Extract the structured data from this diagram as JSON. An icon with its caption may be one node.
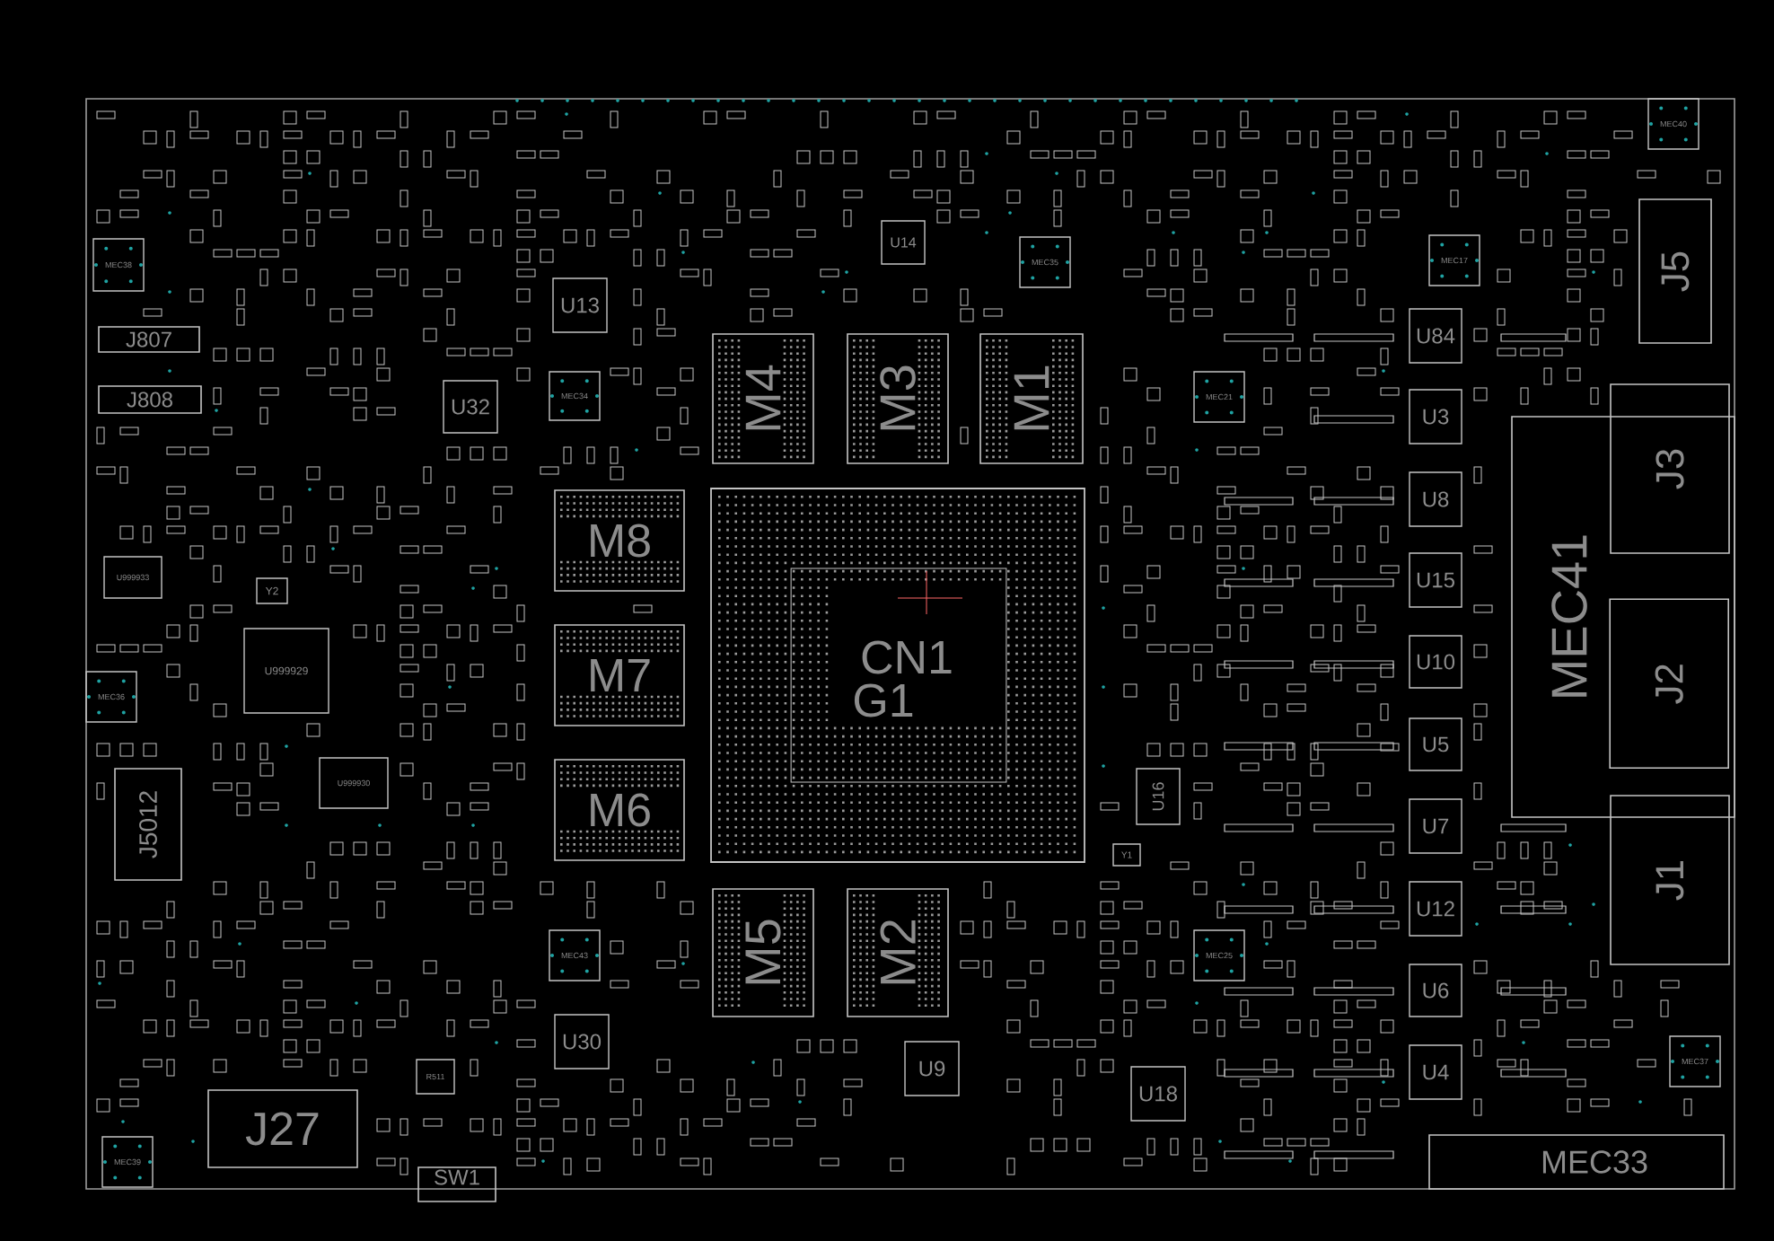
{
  "diagram": {
    "nodes": [
      {
        "text": [
          "MEC40"
        ]
      },
      {
        "text": [
          "U14"
        ]
      },
      {
        "text": [
          "MEC35"
        ]
      },
      {
        "text": [
          "MEC38"
        ]
      },
      {
        "text": [
          "MEC17"
        ]
      },
      {
        "text": [
          "J5"
        ]
      },
      {
        "text": [
          "U13"
        ]
      },
      {
        "text": [
          "J807"
        ]
      },
      {
        "text": [
          "U84"
        ]
      },
      {
        "text": [
          "M4"
        ]
      },
      {
        "text": [
          "M3"
        ]
      },
      {
        "text": [
          "M1"
        ]
      },
      {
        "text": [
          "MEC34"
        ]
      },
      {
        "text": [
          "U32"
        ]
      },
      {
        "text": [
          "MEC21"
        ]
      },
      {
        "text": [
          "J808"
        ]
      },
      {
        "text": [
          "U3"
        ]
      },
      {
        "text": [
          "MEC41"
        ]
      },
      {
        "text": [
          "J3"
        ]
      },
      {
        "text": [
          "U8"
        ]
      },
      {
        "text": [
          "M8"
        ]
      },
      {
        "text": [
          "U999933"
        ]
      },
      {
        "text": [
          "U15"
        ]
      },
      {
        "text": [
          "Y2"
        ]
      },
      {
        "text": [
          "CN1",
          "G1"
        ]
      },
      {
        "text": [
          "M7"
        ]
      },
      {
        "text": [
          "U999929"
        ]
      },
      {
        "text": [
          "U10"
        ]
      },
      {
        "text": [
          "J2"
        ],
        "in": 17
      },
      {
        "text": [
          "MEC36"
        ]
      },
      {
        "text": [
          "U5"
        ]
      },
      {
        "text": [
          "U999930"
        ]
      },
      {
        "text": [
          "M6"
        ]
      },
      {
        "text": [
          "J5012"
        ]
      },
      {
        "text": [
          "U16"
        ]
      },
      {
        "text": [
          "U7"
        ]
      },
      {
        "text": [
          "J1"
        ]
      },
      {
        "text": [
          "Y1"
        ]
      },
      {
        "text": [
          "U12"
        ]
      },
      {
        "text": [
          "M5"
        ]
      },
      {
        "text": [
          "M2"
        ]
      },
      {
        "text": [
          "MEC43"
        ]
      },
      {
        "text": [
          "MEC25"
        ]
      },
      {
        "text": [
          "U6"
        ]
      },
      {
        "text": [
          "U30"
        ]
      },
      {
        "text": [
          "U9"
        ]
      },
      {
        "text": [
          "MEC37"
        ]
      },
      {
        "text": [
          "R511"
        ]
      },
      {
        "text": [
          "U4"
        ]
      },
      {
        "text": [
          "U18"
        ]
      },
      {
        "text": [
          "J27"
        ]
      },
      {
        "text": [
          "MEC33"
        ]
      },
      {
        "text": [
          "MEC39"
        ]
      },
      {
        "text": [
          "SW1"
        ]
      }
    ]
  }
}
